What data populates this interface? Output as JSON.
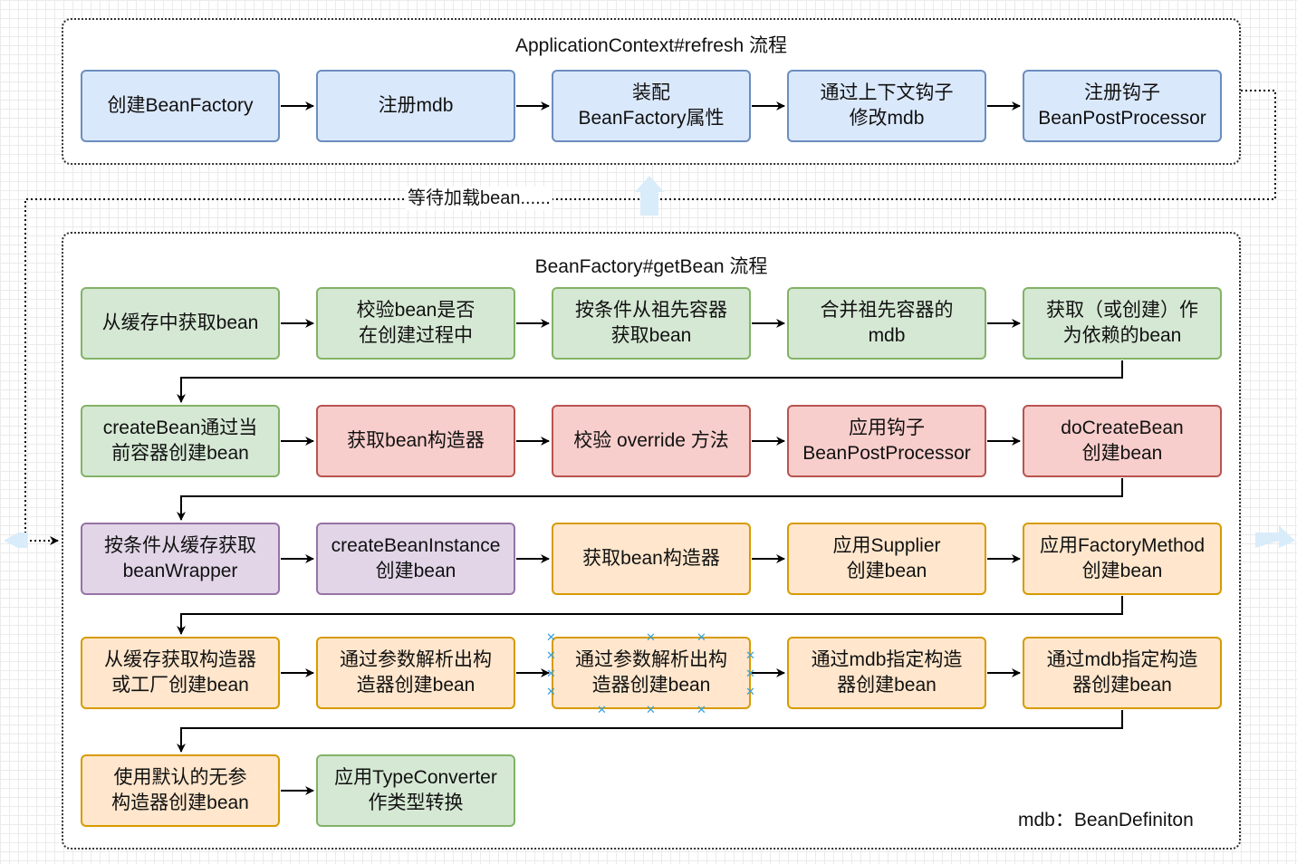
{
  "top_group": {
    "title": "ApplicationContext#refresh 流程",
    "nodes": [
      "创建BeanFactory",
      "注册mdb",
      "装配\nBeanFactory属性",
      "通过上下文钩子\n修改mdb",
      "注册钩子\nBeanPostProcessor"
    ]
  },
  "wait_label": "等待加载bean......",
  "bottom_group": {
    "title": "BeanFactory#getBean 流程",
    "rows": [
      [
        "从缓存中获取bean",
        "校验bean是否\n在创建过程中",
        "按条件从祖先容器\n获取bean",
        "合并祖先容器的\nmdb",
        "获取（或创建）作\n为依赖的bean"
      ],
      [
        "createBean通过当\n前容器创建bean",
        "获取bean构造器",
        "校验 override 方法",
        "应用钩子\nBeanPostProcessor",
        "doCreateBean\n创建bean"
      ],
      [
        "按条件从缓存获取\nbeanWrapper",
        "createBeanInstance\n创建bean",
        "获取bean构造器",
        "应用Supplier\n创建bean",
        "应用FactoryMethod\n创建bean"
      ],
      [
        "从缓存获取构造器\n或工厂创建bean",
        "通过参数解析出构\n造器创建bean",
        "通过参数解析出构\n造器创建bean",
        "通过mdb指定构造\n器创建bean",
        "通过mdb指定构造\n器创建bean"
      ],
      [
        "使用默认的无参\n构造器创建bean",
        "应用TypeConverter\n作类型转换"
      ]
    ],
    "row_colors": [
      [
        "green",
        "green",
        "green",
        "green",
        "green"
      ],
      [
        "green",
        "red",
        "red",
        "red",
        "red"
      ],
      [
        "purple",
        "purple",
        "orange",
        "orange",
        "orange"
      ],
      [
        "orange",
        "orange",
        "orange",
        "orange",
        "orange"
      ],
      [
        "orange",
        "green"
      ]
    ],
    "selected_node": "row-4-node-3"
  },
  "legend": "mdb：BeanDefiniton",
  "colors": {
    "blue_fill": "#dae8fc",
    "blue_stroke": "#6c8ebf",
    "green_fill": "#d5e8d4",
    "green_stroke": "#82b366",
    "red_fill": "#f8cecc",
    "red_stroke": "#b85450",
    "purple_fill": "#e1d5e7",
    "purple_stroke": "#9673a6",
    "orange_fill": "#ffe6cc",
    "orange_stroke": "#d79b00",
    "selection": "#3aa0d8"
  }
}
